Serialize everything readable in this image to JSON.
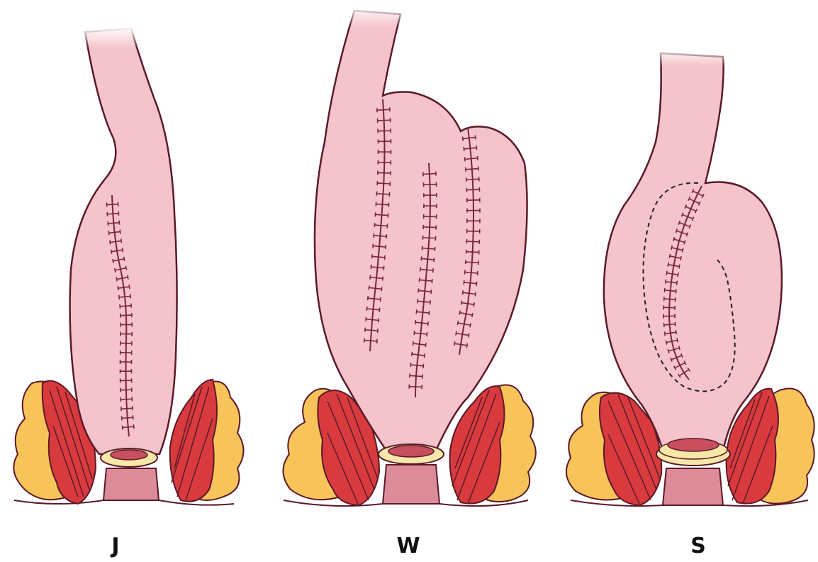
{
  "colors": {
    "bowel": "#f4c3cb",
    "outline": "#5a1a28",
    "suture": "#7a2638",
    "muscle": "#d83a3e",
    "fat": "#f8c45a",
    "canal": "#dc8c98",
    "background": "#ffffff"
  },
  "pouches": [
    {
      "id": "j",
      "label": "J"
    },
    {
      "id": "w",
      "label": "W"
    },
    {
      "id": "s",
      "label": "S"
    }
  ]
}
